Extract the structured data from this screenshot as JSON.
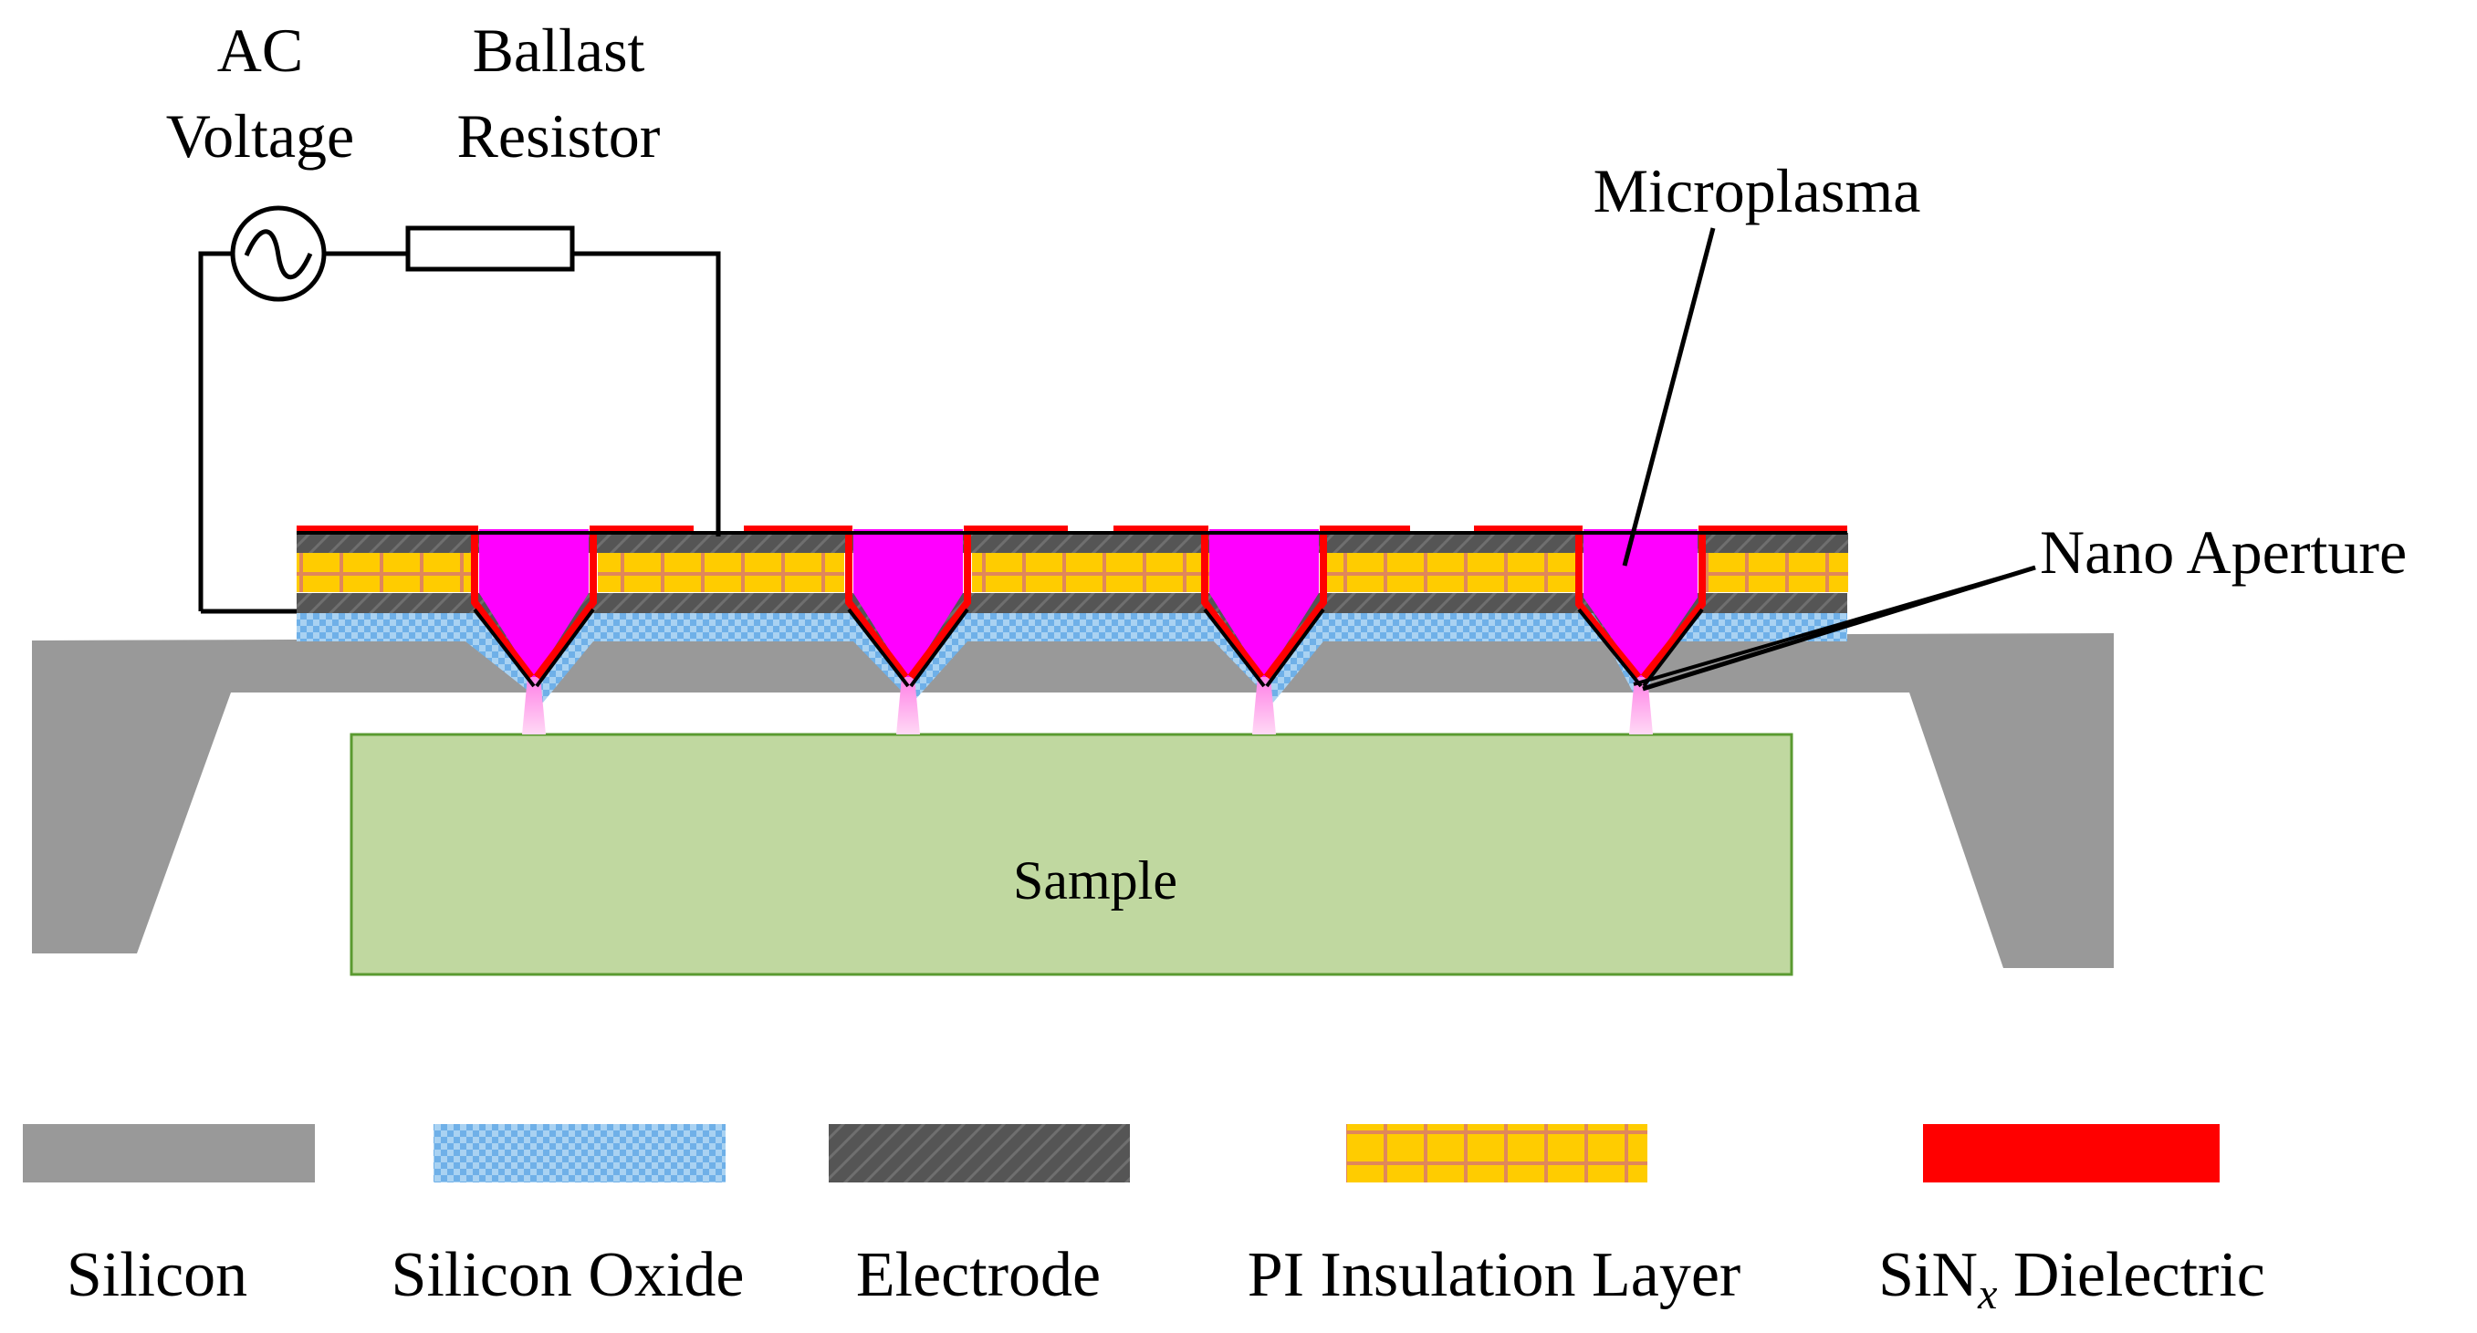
{
  "circuit": {
    "ac_voltage_line1": "AC",
    "ac_voltage_line2": "Voltage",
    "ballast_line1": "Ballast",
    "ballast_line2": "Resistor"
  },
  "callouts": {
    "microplasma": "Microplasma",
    "nano_aperture": "Nano Aperture"
  },
  "sample": {
    "label": "Sample"
  },
  "legend": {
    "items": [
      {
        "key": "silicon",
        "label": "Silicon"
      },
      {
        "key": "oxide",
        "label": "Silicon Oxide"
      },
      {
        "key": "electrode",
        "label": "Electrode"
      },
      {
        "key": "pi",
        "label": "PI Insulation Layer"
      },
      {
        "key": "sinx",
        "label": "SiN",
        "subscript": "x",
        "suffix": " Dielectric"
      }
    ]
  },
  "colors": {
    "silicon": "#999999",
    "oxide": "#6fb0e8",
    "electrode": "#555555",
    "pi": "#ffcc00",
    "pi_grid": "#e0875a",
    "sinx": "#ff0000",
    "plasma": "#ff00ff",
    "sample": "#c0d8a0",
    "sample_border": "#5a9a30",
    "wire": "#000000"
  }
}
